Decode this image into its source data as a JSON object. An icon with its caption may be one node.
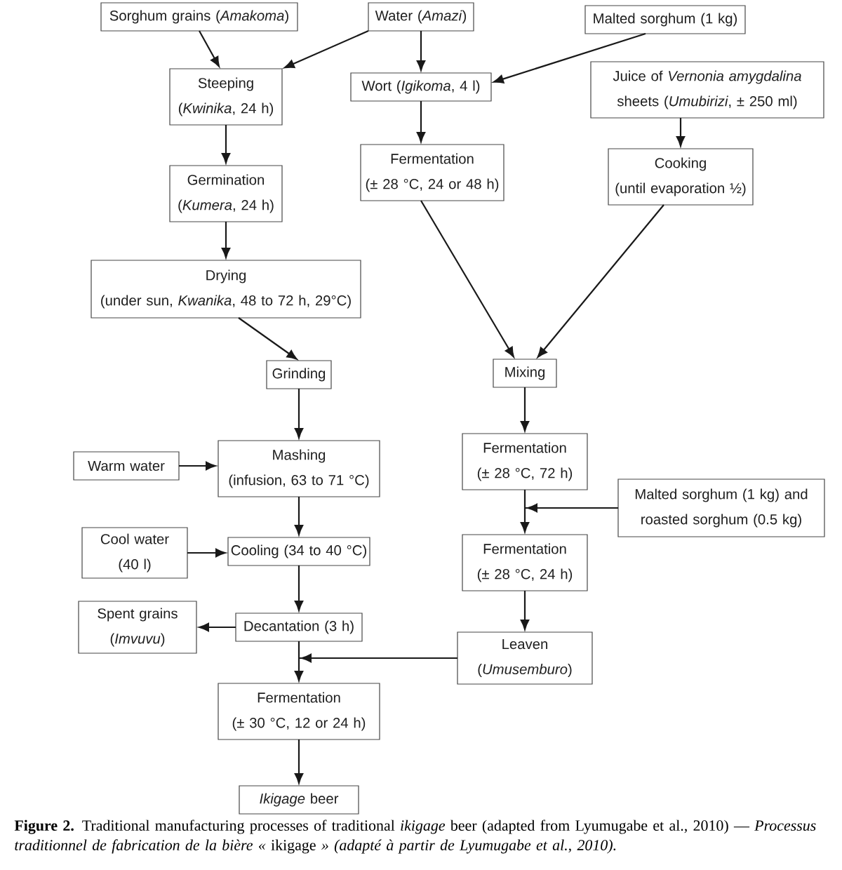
{
  "diagram": {
    "caption": "**Figure 2.** Traditional manufacturing processes of traditional *ikigage* beer (adapted from Lyumugabe et al., 2010) — *Processus traditionnel de fabrication de la bière «* ikigage *» (adapté à partir de Lyumugabe et al., 2010).*",
    "nodes": [
      {
        "text": [
          "Sorghum grains (*Amakoma*)"
        ]
      },
      {
        "text": [
          "Water (*Amazi*)"
        ]
      },
      {
        "text": [
          "Malted sorghum (1 kg)"
        ]
      },
      {
        "text": [
          "Steeping",
          "(*Kwinika*, 24 h)"
        ]
      },
      {
        "text": [
          "Wort (*Igikoma*, 4 l)"
        ]
      },
      {
        "text": [
          "Juice of *Vernonia amygdalina* sheets (*Umubirizi*, ± 250 ml)"
        ]
      },
      {
        "text": [
          "Germination",
          "(*Kumera*, 24 h)"
        ]
      },
      {
        "text": [
          "Fermentation",
          "(± 28 °C, 24 or 48 h)"
        ]
      },
      {
        "text": [
          "Cooking",
          "(until evaporation ½)"
        ]
      },
      {
        "text": [
          "Drying",
          "(under sun, *Kwanika*, 48 to 72 h, 29°C)"
        ]
      },
      {
        "text": [
          "Grinding"
        ]
      },
      {
        "text": [
          "Mixing"
        ]
      },
      {
        "text": [
          "Warm water"
        ]
      },
      {
        "text": [
          "Mashing",
          "(infusion, 63 to 71 °C)"
        ]
      },
      {
        "text": [
          "Fermentation",
          "(± 28 °C, 72 h)"
        ]
      },
      {
        "text": [
          "Malted sorghum (1 kg) and roasted sorghum (0.5 kg)"
        ]
      },
      {
        "text": [
          "Cool water",
          "(40 l)"
        ]
      },
      {
        "text": [
          "Cooling (34 to 40 °C)"
        ]
      },
      {
        "text": [
          "Fermentation",
          "(± 28 °C, 24 h)"
        ]
      },
      {
        "text": [
          "Spent grains",
          "(*Imvuvu*)"
        ]
      },
      {
        "text": [
          "Decantation (3 h)"
        ]
      },
      {
        "text": [
          "Leaven",
          "(*Umusemburo*)"
        ]
      },
      {
        "text": [
          "Fermentation",
          "(± 30 °C, 12 or 24 h)"
        ]
      },
      {
        "text": [
          "*Ikigage* beer"
        ]
      }
    ],
    "edges": [
      {
        "from": 0,
        "to": 3,
        "arrow": "to"
      },
      {
        "from": 1,
        "to": 3,
        "arrow": "to"
      },
      {
        "from": 1,
        "to": 4,
        "arrow": "to"
      },
      {
        "from": 2,
        "to": 4,
        "arrow": "to"
      },
      {
        "from": 3,
        "to": 6,
        "arrow": "to"
      },
      {
        "from": 4,
        "to": 7,
        "arrow": "to"
      },
      {
        "from": 5,
        "to": 8,
        "arrow": "to"
      },
      {
        "from": 6,
        "to": 9,
        "arrow": "to"
      },
      {
        "from": 7,
        "to": 11,
        "arrow": "to"
      },
      {
        "from": 8,
        "to": 11,
        "arrow": "to"
      },
      {
        "from": 9,
        "to": 10,
        "arrow": "to"
      },
      {
        "from": 10,
        "to": 13,
        "arrow": "to"
      },
      {
        "from": 11,
        "to": 14,
        "arrow": "to"
      },
      {
        "from": 12,
        "to": 13,
        "arrow": "to"
      },
      {
        "from": 13,
        "to": 17,
        "arrow": "to"
      },
      {
        "from": 14,
        "to": 18,
        "arrow": "to"
      },
      {
        "from": 15,
        "to": 18,
        "arrow": "to"
      },
      {
        "from": 16,
        "to": 17,
        "arrow": "to"
      },
      {
        "from": 17,
        "to": 20,
        "arrow": "to"
      },
      {
        "from": 18,
        "to": 21,
        "arrow": "to"
      },
      {
        "from": 20,
        "to": 19,
        "arrow": "to"
      },
      {
        "from": 20,
        "to": 22,
        "arrow": "to"
      },
      {
        "from": 21,
        "to": 22,
        "arrow": "to"
      },
      {
        "from": 22,
        "to": 23,
        "arrow": "to"
      }
    ]
  }
}
